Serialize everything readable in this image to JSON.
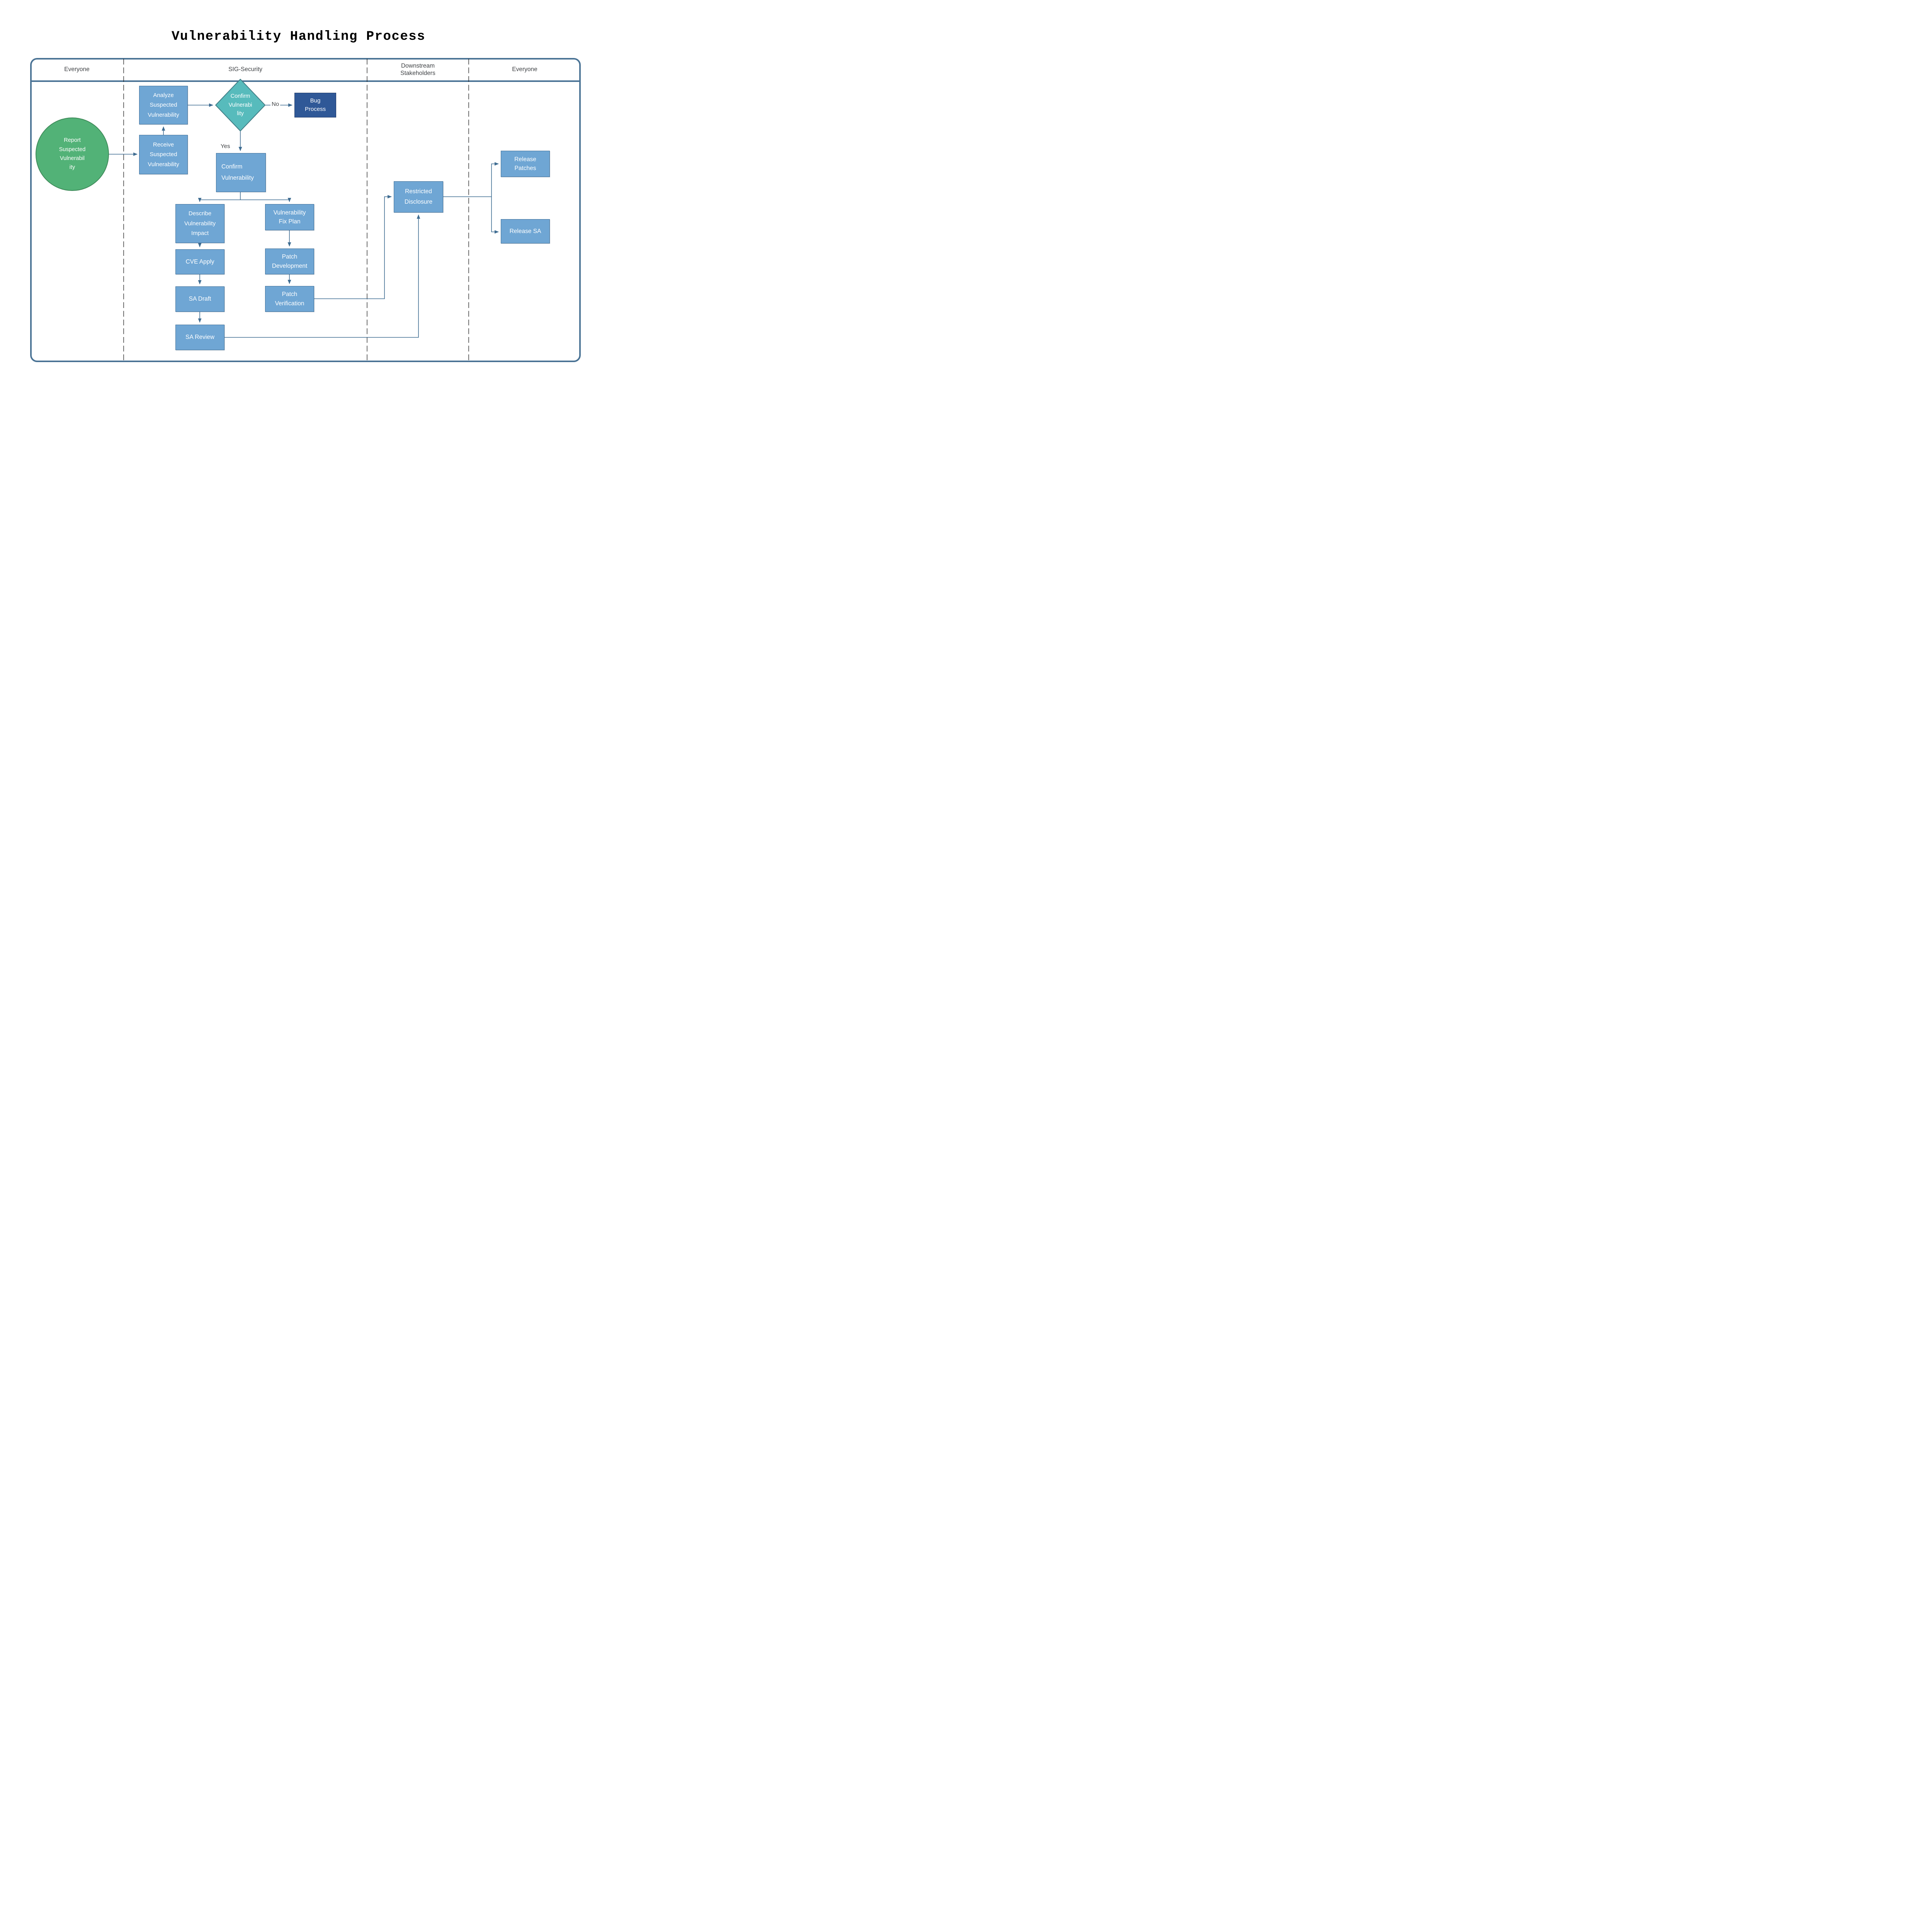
{
  "title": "Vulnerability Handling Process",
  "lanes": [
    {
      "label": "Everyone"
    },
    {
      "label": "SIG-Security"
    },
    {
      "label": "Downstream\nStakeholders"
    },
    {
      "label": "Everyone"
    }
  ],
  "nodes": {
    "report": {
      "label": "Report\nSuspected\nVulnerabil\nity"
    },
    "analyze": {
      "label": "Analyze\nSuspected\nVulnerability"
    },
    "receive": {
      "label": "Receive\nSuspected\nVulnerability"
    },
    "decision": {
      "label": "Confirm\nVulnerabi\nlity"
    },
    "bug_process": {
      "label": "Bug\nProcess"
    },
    "confirm": {
      "label": "Confirm\nVulnerability"
    },
    "describe": {
      "label": "Describe\nVulnerability\nImpact"
    },
    "cve_apply": {
      "label": "CVE Apply"
    },
    "sa_draft": {
      "label": "SA Draft"
    },
    "sa_review": {
      "label": "SA Review"
    },
    "fix_plan": {
      "label": "Vulnerability\nFix Plan"
    },
    "patch_dev": {
      "label": "Patch\nDevelopment"
    },
    "patch_ver": {
      "label": "Patch\nVerification"
    },
    "restricted": {
      "label": "Restricted\nDisclosure"
    },
    "release_patches": {
      "label": "Release\nPatches"
    },
    "release_sa": {
      "label": "Release SA"
    }
  },
  "edge_labels": {
    "no": "No",
    "yes": "Yes"
  },
  "colors": {
    "process_fill": "#6FA6D4",
    "process_border": "#3F6E96",
    "decision_fill": "#57BBBC",
    "decision_border": "#417C85",
    "start_fill": "#52B277",
    "start_border": "#3E8A59",
    "terminal_fill": "#2F5897",
    "terminal_border": "#1F3864",
    "connector": "#3F6D92",
    "frame": "#4A7395",
    "divider": "#1A1A1A",
    "lane_text": "#3F4245",
    "label_text": "#3F4245",
    "title_text": "#000000",
    "canvas_bg": "#FFFFFF"
  }
}
